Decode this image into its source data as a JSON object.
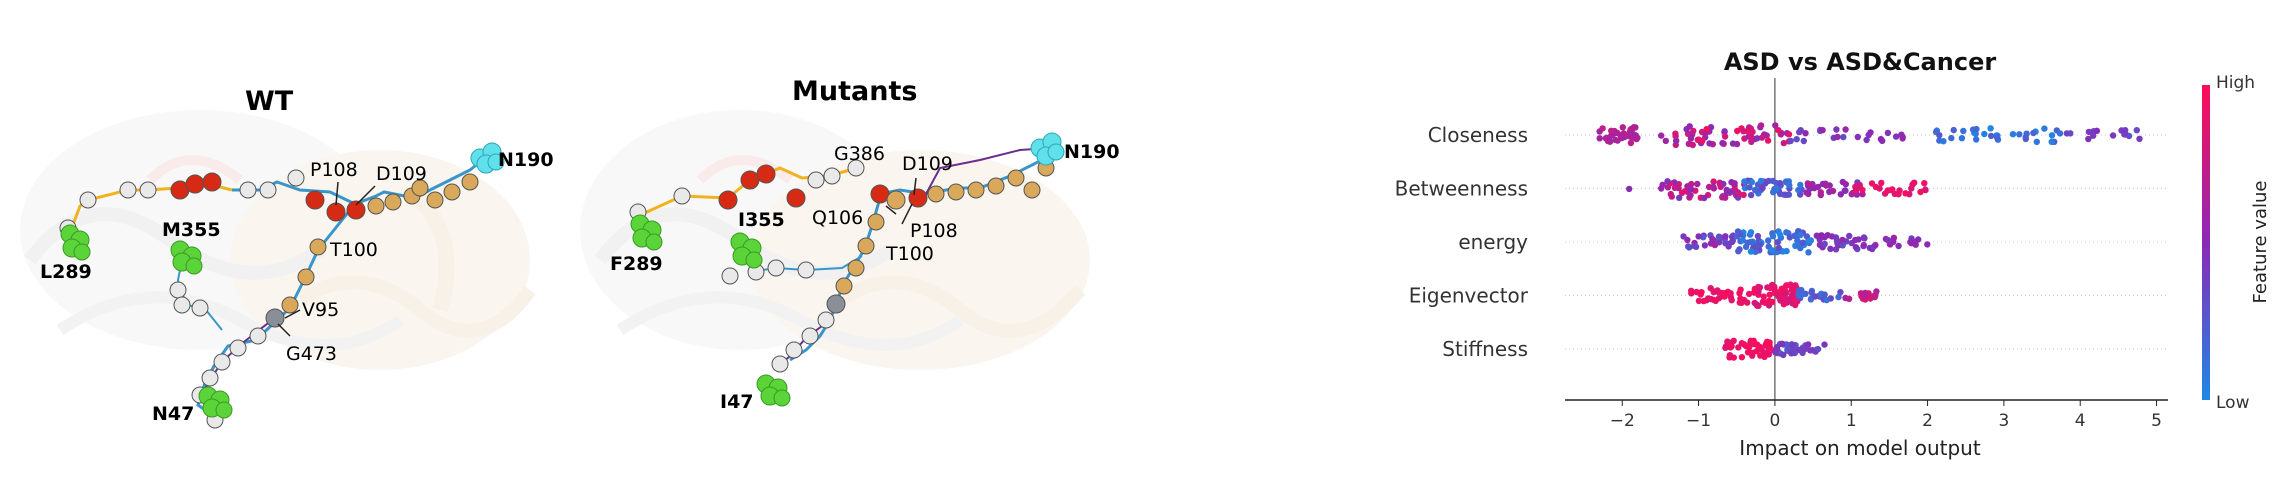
{
  "colors": {
    "node_white": "#e9e9e9",
    "node_red": "#d62a14",
    "node_gold": "#d9a85b",
    "node_green": "#5bd43a",
    "node_cyan": "#5fe0ea",
    "node_gray": "#8a8e96",
    "edge_gold": "#f0b21e",
    "edge_blue": "#3a95c9",
    "edge_purple": "#6a2e8e",
    "shap_low": "#1e88e5",
    "shap_high": "#ff0d57"
  },
  "wt": {
    "title": "WT",
    "labels": {
      "p108": "P108",
      "d109": "D109",
      "n190": "N190",
      "m355": "M355",
      "l289": "L289",
      "t100": "T100",
      "v95": "V95",
      "g473": "G473",
      "n47": "N47"
    }
  },
  "mutants": {
    "title": "Mutants",
    "labels": {
      "g386": "G386",
      "d109": "D109",
      "n190": "N190",
      "i355": "I355",
      "q106": "Q106",
      "p108": "P108",
      "f289": "F289",
      "t100": "T100",
      "i47": "I47"
    }
  },
  "chart_data": {
    "type": "scatter",
    "subtype": "shap-beeswarm",
    "title": "ASD vs ASD&Cancer",
    "xlabel": "Impact on model output",
    "xlim": [
      -2.75,
      5.15
    ],
    "xticks": [
      -2,
      -1,
      0,
      1,
      2,
      3,
      4,
      5
    ],
    "xtick_labels": [
      "−2",
      "−1",
      "0",
      "1",
      "2",
      "3",
      "4",
      "5"
    ],
    "features": [
      "Closeness",
      "Betweenness",
      "energy",
      "Eigenvector",
      "Stiffness"
    ],
    "colorbar": {
      "label": "Feature value",
      "high": "High",
      "low": "Low"
    },
    "series": [
      {
        "feature": "Closeness",
        "clusters": [
          {
            "x": [
              -2.3,
              -1.8
            ],
            "n": 40,
            "v": [
              0.55,
              0.75
            ]
          },
          {
            "x": [
              -1.5,
              0.2
            ],
            "n": 60,
            "v": [
              0.45,
              1.0
            ]
          },
          {
            "x": [
              0.2,
              1.7
            ],
            "n": 25,
            "v": [
              0.3,
              0.6
            ]
          },
          {
            "x": [
              2.1,
              3.8
            ],
            "n": 35,
            "v": [
              0.0,
              0.25
            ]
          },
          {
            "x": [
              3.8,
              4.8
            ],
            "n": 15,
            "v": [
              0.3,
              0.5
            ]
          }
        ]
      },
      {
        "feature": "Betweenness",
        "clusters": [
          {
            "x": [
              -1.5,
              -0.4
            ],
            "n": 55,
            "v": [
              0.4,
              0.9
            ]
          },
          {
            "x": [
              -0.4,
              0.4
            ],
            "n": 40,
            "v": [
              0.05,
              0.4
            ]
          },
          {
            "x": [
              0.4,
              1.2
            ],
            "n": 30,
            "v": [
              0.4,
              0.7
            ]
          },
          {
            "x": [
              1.0,
              2.0
            ],
            "n": 25,
            "v": [
              0.8,
              1.0
            ]
          },
          {
            "x": [
              -2.0,
              -1.85
            ],
            "n": 1,
            "v": [
              0.5,
              0.5
            ]
          }
        ]
      },
      {
        "feature": "energy",
        "clusters": [
          {
            "x": [
              -1.2,
              -0.5
            ],
            "n": 30,
            "v": [
              0.2,
              0.6
            ]
          },
          {
            "x": [
              -0.5,
              0.5
            ],
            "n": 70,
            "v": [
              0.0,
              0.35
            ]
          },
          {
            "x": [
              0.5,
              1.3
            ],
            "n": 35,
            "v": [
              0.3,
              0.55
            ]
          },
          {
            "x": [
              1.3,
              2.0
            ],
            "n": 15,
            "v": [
              0.4,
              0.6
            ]
          }
        ]
      },
      {
        "feature": "Eigenvector",
        "clusters": [
          {
            "x": [
              -1.1,
              -0.3
            ],
            "n": 35,
            "v": [
              0.85,
              1.0
            ]
          },
          {
            "x": [
              -0.3,
              0.3
            ],
            "n": 70,
            "v": [
              0.8,
              1.0
            ]
          },
          {
            "x": [
              0.3,
              0.9
            ],
            "n": 20,
            "v": [
              0.05,
              0.35
            ]
          },
          {
            "x": [
              0.9,
              1.4
            ],
            "n": 15,
            "v": [
              0.6,
              0.9
            ]
          }
        ]
      },
      {
        "feature": "Stiffness",
        "clusters": [
          {
            "x": [
              -0.65,
              0.0
            ],
            "n": 45,
            "v": [
              0.85,
              1.0
            ]
          },
          {
            "x": [
              0.0,
              0.3
            ],
            "n": 25,
            "v": [
              0.2,
              0.45
            ]
          },
          {
            "x": [
              0.3,
              0.65
            ],
            "n": 12,
            "v": [
              0.3,
              0.55
            ]
          }
        ]
      }
    ]
  }
}
